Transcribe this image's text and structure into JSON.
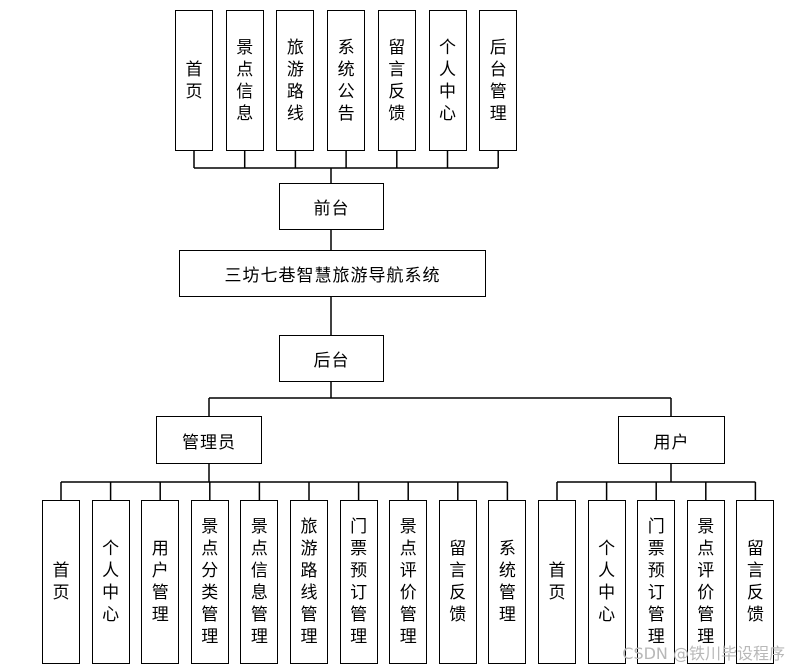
{
  "system_title": "三坊七巷智慧旅游导航系统",
  "frontend": {
    "label": "前台",
    "modules": [
      "首页",
      "景点信息",
      "旅游路线",
      "系统公告",
      "留言反馈",
      "个人中心",
      "后台管理"
    ]
  },
  "backend": {
    "label": "后台",
    "admin": {
      "label": "管理员",
      "modules": [
        "首页",
        "个人中心",
        "用户管理",
        "景点分类管理",
        "景点信息管理",
        "旅游路线管理",
        "门票预订管理",
        "景点评价管理",
        "留言反馈",
        "系统管理"
      ]
    },
    "user": {
      "label": "用户",
      "modules": [
        "首页",
        "个人中心",
        "门票预订管理",
        "景点评价管理",
        "留言反馈"
      ]
    }
  },
  "watermark": "CSDN @铁川毕设程序"
}
